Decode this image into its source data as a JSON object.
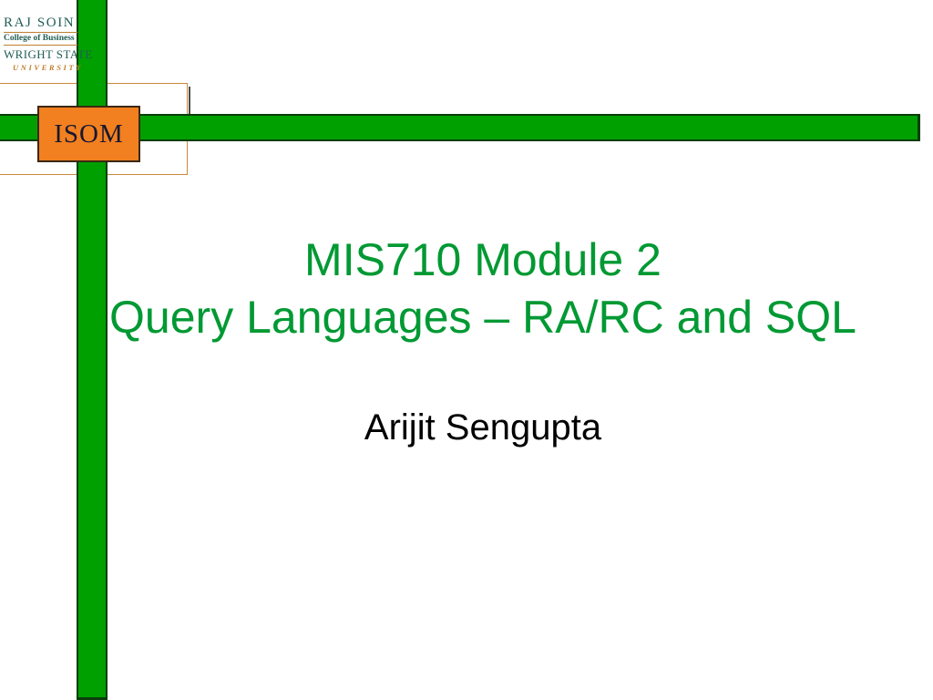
{
  "slide": {
    "title_line1": "MIS710 Module 2",
    "title_line2": "Query Languages – RA/RC and SQL",
    "subtitle": "Arijit Sengupta"
  },
  "logo": {
    "line1": "RAJ SOIN",
    "line2": "College of Business",
    "line3": "WRIGHT STATE",
    "line4": "UNIVERSITY"
  },
  "badge": {
    "label": "ISOM"
  },
  "colors": {
    "bar_green": "#00A000",
    "bar_border_green": "#0B3D0B",
    "title_green": "#009933",
    "badge_orange": "#F28020",
    "badge_border": "#3A2812",
    "frame_orange": "#C9883C",
    "logo_teal": "#215E56",
    "logo_orange": "#BF7F2E",
    "subtitle_black": "#000000",
    "background": "#FFFFFF"
  }
}
